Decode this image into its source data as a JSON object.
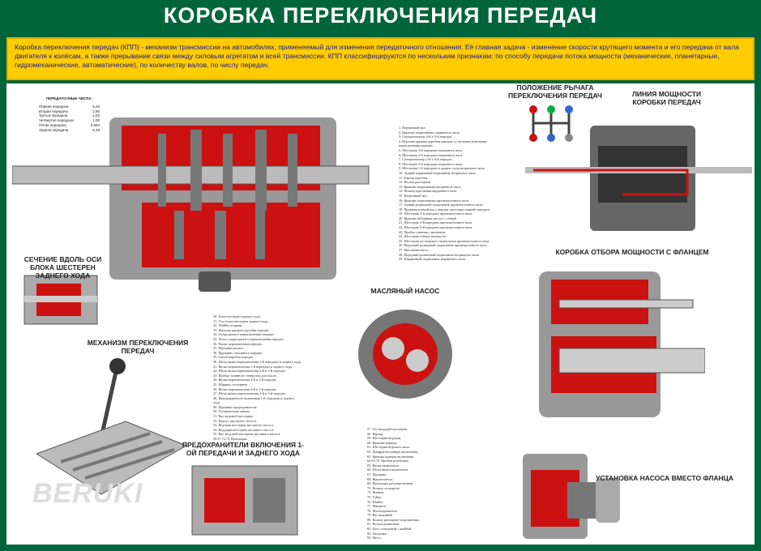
{
  "header": {
    "title": "КОРОБКА ПЕРЕКЛЮЧЕНИЯ ПЕРЕДАЧ"
  },
  "intro": "Коробка переключения передач (КПП) - механизм трансмиссии на автомобилях, применяемый для изменения передаточного отношения. Её главная задача - изменение скорости крутящего момента и его передача от вала двигателя к колёсам, а также прерывание связи между силовым агрегатом и всей трансмиссии. КПП классифицируются по нескольким признакам: по способу передачи потока мощности (механические, планетарные, гидромеханические, автоматические), по количеству валов, по числу передач.",
  "ratios": {
    "title": "ПЕРЕДАТОЧНЫЕ ЧИСЛА:",
    "items": [
      {
        "label": "Первая передача",
        "value": "5,26"
      },
      {
        "label": "Вторая передача",
        "value": "2,90"
      },
      {
        "label": "Третья передача",
        "value": "1,52"
      },
      {
        "label": "Четвертая передача",
        "value": "1,00"
      },
      {
        "label": "Пятая передача",
        "value": "0,664"
      },
      {
        "label": "Задняя передача",
        "value": "5,48"
      }
    ]
  },
  "sections": {
    "lever": "ПОЛОЖЕНИЕ РЫЧАГА ПЕРЕКЛЮЧЕНИЯ ПЕРЕДАЧ",
    "power_line": "ЛИНИЯ МОЩНОСТИ КОРОБКИ ПЕРЕДАЧ",
    "pto": "КОРОБКА ОТБОРА МОЩНОСТИ С ФЛАНЦЕМ",
    "pump": "МАСЛЯНЫЙ НАСОС",
    "section": "СЕЧЕНИЕ ВДОЛЬ ОСИ БЛОКА ШЕСТЕРЕН ЗАДНЕГО ХОДА",
    "mechanism": "МЕХАНИЗМ ПЕРЕКЛЮЧЕНИЯ ПЕРЕДАЧ",
    "locks": "ПРЕДОХРАНИТЕЛИ ВКЛЮЧЕНИЯ 1-ОЙ ПЕРЕДАЧИ И ЗАДНЕГО ХОДА",
    "pump_install": "УСТАНОВКА НАСОСА ВМЕСТО ФЛАНЦА"
  },
  "legend1": [
    "1. Первичный вал.",
    "2. Крышка подшипника первичного вала.",
    "3. Синхронизатор 4-й и 5-й передач.",
    "4. Верхняя крышка коробки передач со штоками и вилками переключения передач.",
    "5. Шестерня 3-й передачи вторичного вала.",
    "6. Шестерня 2-й передачи вторичного вала.",
    "7. Синхронизатор 2-й и 3-й передач.",
    "8. Шестерня 5-й передачи вторичного вала.",
    "9. Шестерня 1-й передачи и заднего хода вторичного вала.",
    "10. Задний шариковый подшипник вторичного вала.",
    "11. Картер коробки.",
    "12. Втулка распорная.",
    "13. Крышка подшипника вторичного вала.",
    "14. Фланец крепления карданного вала.",
    "15. Вторичный вал.",
    "16. Крышка подшипника промежуточного вала.",
    "17. Задний роликовый подшипник промежуточного вала.",
    "18. Промежуточный вал с венцом шестерни первой передачи.",
    "19. Шестерня 2-й передачи промежуточного вала.",
    "20. Крышка заборника насоса с сеткой.",
    "21. Шестерня 3-й передачи промежуточного вала.",
    "22. Шестерня 5-й передачи промежуточного вала.",
    "23. Пробка сливная с магнитом.",
    "24. Шестерня отбора мощности.",
    "25. Шестерня постоянного зацепления промежуточного вала.",
    "26. Передний роликовый подшипник промежуточного вала.",
    "27. Масляный насос.",
    "28. Передний роликовый подшипник вторичного вала.",
    "29. Шариковый подшипник первичного вала."
  ],
  "legend2": [
    "30. Блок шестерен заднего хода.",
    "31. Ось блока шестерен заднего хода.",
    "32. Шайба упорная.",
    "33. Верхняя крышка коробки передач.",
    "34. Опора рычага переключения передач.",
    "35. Чехол опоры рычага переключения передач.",
    "36. Рычаг переключения передач.",
    "37. Пружина рычага.",
    "38. Пружина стопорного шарика.",
    "39. Сапун коробки передач.",
    "40. Шток вилки переключения 1-й передачи и заднего хода.",
    "41. Вилка переключения 1-й передачи и заднего хода.",
    "42. Шток вилки переключения 2-й и 3-й передач.",
    "43. Пробка заливного отверстия для масла.",
    "44. Вилка переключения 2-й и 3-й передач.",
    "45. Шарики стопорные.",
    "46. Вилка переключения 4-й и 5-й передач.",
    "47. Шток вилки переключения 4-й и 5-й передач.",
    "48. Предохранитель включения 1-й передачи и заднего хода.",
    "49. Пружина предохранителя.",
    "50. Установочные винты.",
    "51. Вал ведомой шестерни.",
    "52. Корпус масляного насоса.",
    "53. Ведомая шестерня масляного насоса.",
    "54. Ведущая шестерня масляного насоса.",
    "55. Вал ведущей шестерни масляного насоса.",
    "56.57.72.74 Прокладки."
  ],
  "legend3": [
    "57. Ось ведущей шестерни.",
    "58. Картер.",
    "59. Шестерня ведущая.",
    "60. Крышка картера.",
    "61. Шестерня ведомого вала.",
    "62. Диафрагма камеры включения.",
    "63. Крышка камеры включения.",
    "64.69.70. Пробки резьбовые.",
    "65. Вилка включения.",
    "66. Шток вилки включения.",
    "67. Пружина.",
    "68. Выключатель.",
    "69. Прокладка регулировочная.",
    "70. Кольцо стопорное.",
    "73. Фланец.",
    "75. Гайка.",
    "76. Шайба.",
    "77. Манжета.",
    "78. Пылеотражатель.",
    "79. Вал ведомый.",
    "80. Кольцо распорное подшипника.",
    "81. Полуподшипники.",
    "82. Болт стопорный с шайбой.",
    "83. Заглушка.",
    "84. Насос."
  ],
  "logo": "BERUKI",
  "colors": {
    "bg": "#00663a",
    "intro": "#ffcc00",
    "red": "#cc1111"
  }
}
